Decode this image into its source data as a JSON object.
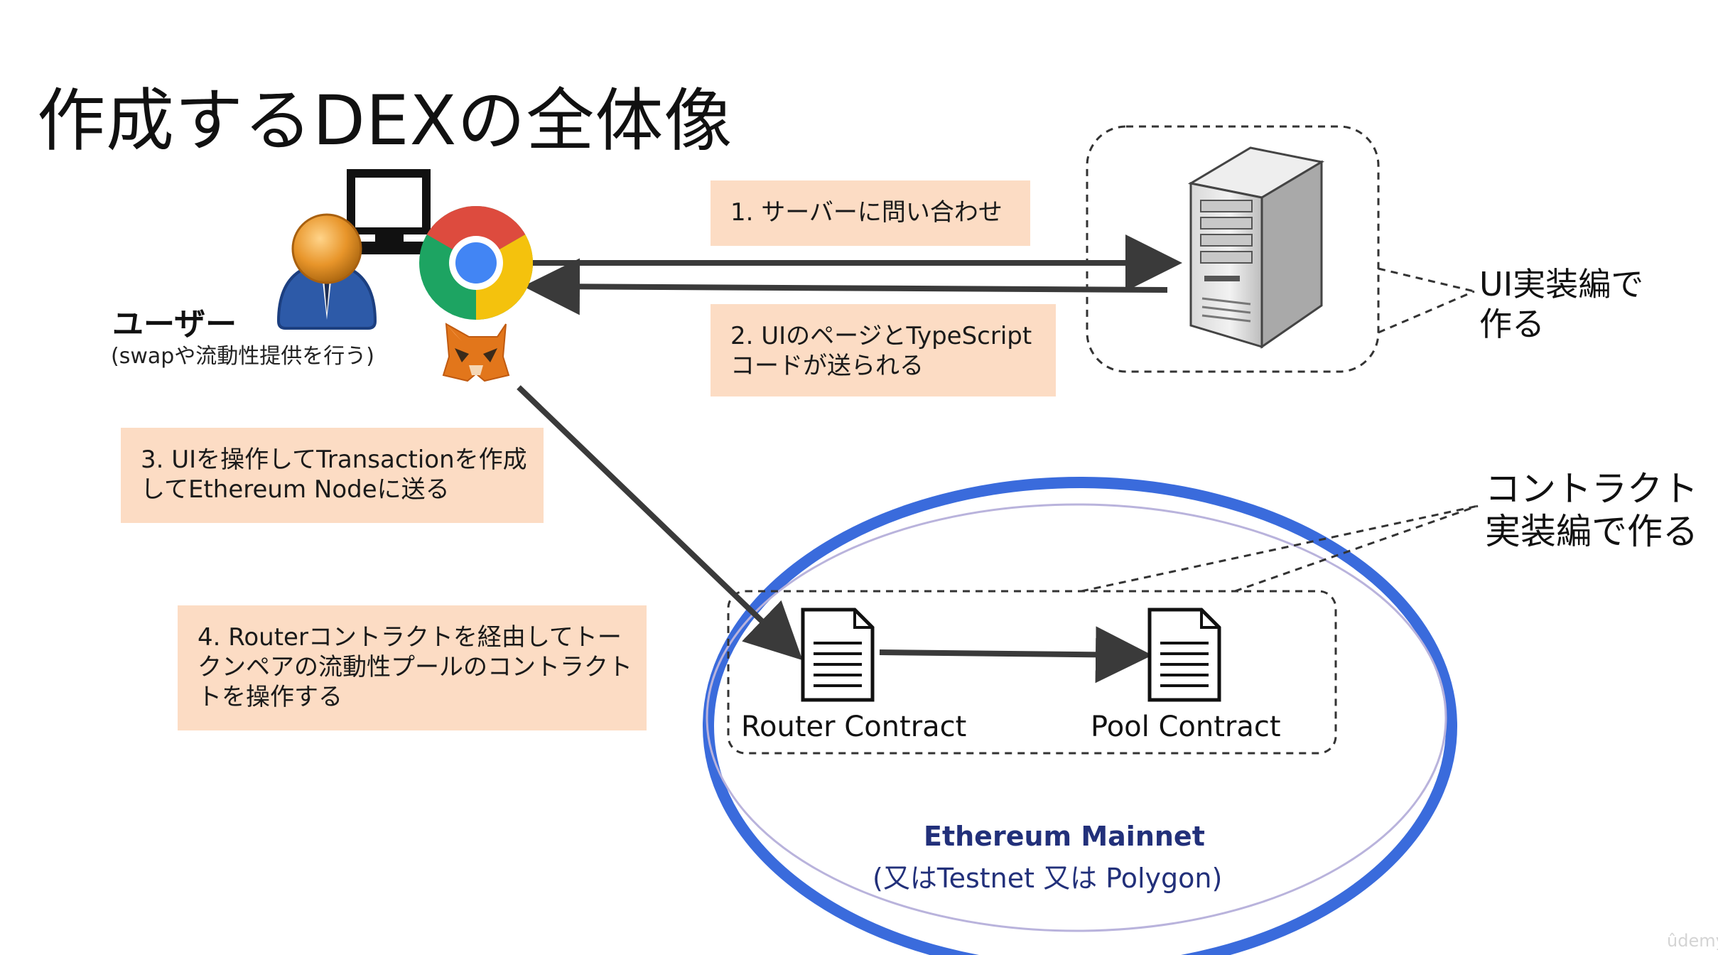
{
  "title": "作成するDEXの全体像",
  "user": {
    "label": "ユーザー",
    "caption": "(swapや流動性提供を行う)"
  },
  "steps": [
    {
      "text": "1. サーバーに問い合わせ"
    },
    {
      "text": "2. UIのページとTypeScript\nコードが送られる"
    },
    {
      "text": "3. UIを操作してTransactionを作成\nしてEthereum Nodeに送る"
    },
    {
      "text": "4. Routerコントラクトを経由してトー\nクンペアの流動性プールのコントラクト\nトを操作する"
    }
  ],
  "server_note": "UI実装編で\n作る",
  "contract_note": "コントラクト\n実装編で作る",
  "contracts": {
    "router": "Router Contract",
    "pool": "Pool Contract"
  },
  "network": {
    "name": "Ethereum Mainnet",
    "alt": "(又はTestnet 又は Polygon)"
  },
  "watermark": "ûdemy",
  "icons": [
    "computer-icon",
    "user-icon",
    "chrome-icon",
    "metamask-icon",
    "server-icon",
    "document-icon"
  ],
  "colors": {
    "note_bg": "#fcdcc4",
    "ellipse": "#3a6bdc",
    "network_text": "#22307a",
    "arrow": "#3a3a3a",
    "user_body": "#2d5aa8",
    "user_head": "#e8952a"
  }
}
